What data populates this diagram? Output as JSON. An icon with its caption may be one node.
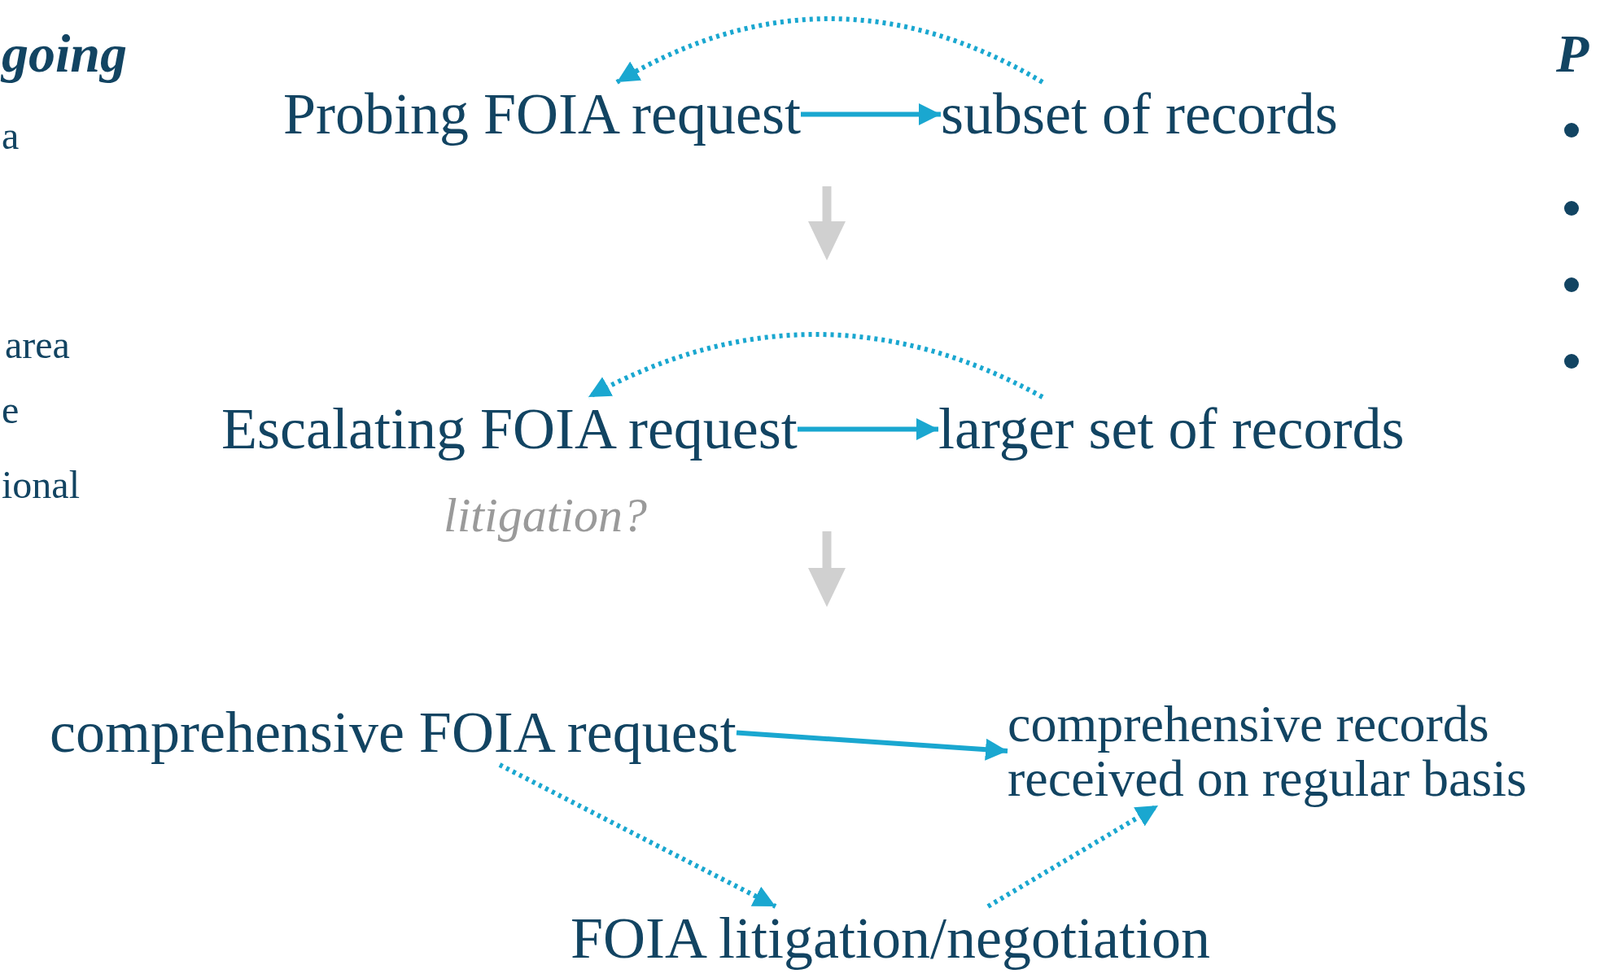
{
  "diagram": {
    "nodes": [
      {
        "text": [
          "Probing FOIA request"
        ]
      },
      {
        "text": [
          "subset of records"
        ]
      },
      {
        "text": [
          "Escalating FOIA request"
        ],
        "beside": [
          "litigation?"
        ]
      },
      {
        "text": [
          "larger set of records"
        ]
      },
      {
        "text": [
          "comprehensive FOIA request"
        ]
      },
      {
        "text": [
          "comprehensive records received on regular basis"
        ]
      },
      {
        "text": [
          "FOIA litigation/negotiation"
        ]
      }
    ],
    "edges": [
      {
        "from": 0,
        "to": 1,
        "arrow": "to"
      },
      {
        "from": 1,
        "to": 0,
        "arrow": "to",
        "style": "dashed"
      },
      {
        "from": 2,
        "to": 3,
        "arrow": "to"
      },
      {
        "from": 3,
        "to": 2,
        "arrow": "to",
        "style": "dashed"
      },
      {
        "from": 4,
        "to": 5,
        "arrow": "to"
      },
      {
        "from": 4,
        "to": 6,
        "arrow": "to",
        "style": "dashed"
      },
      {
        "from": 6,
        "to": 5,
        "arrow": "to",
        "style": "dashed"
      }
    ],
    "labels": [
      "going",
      "a",
      "area",
      "e",
      "ional",
      "P"
    ]
  }
}
